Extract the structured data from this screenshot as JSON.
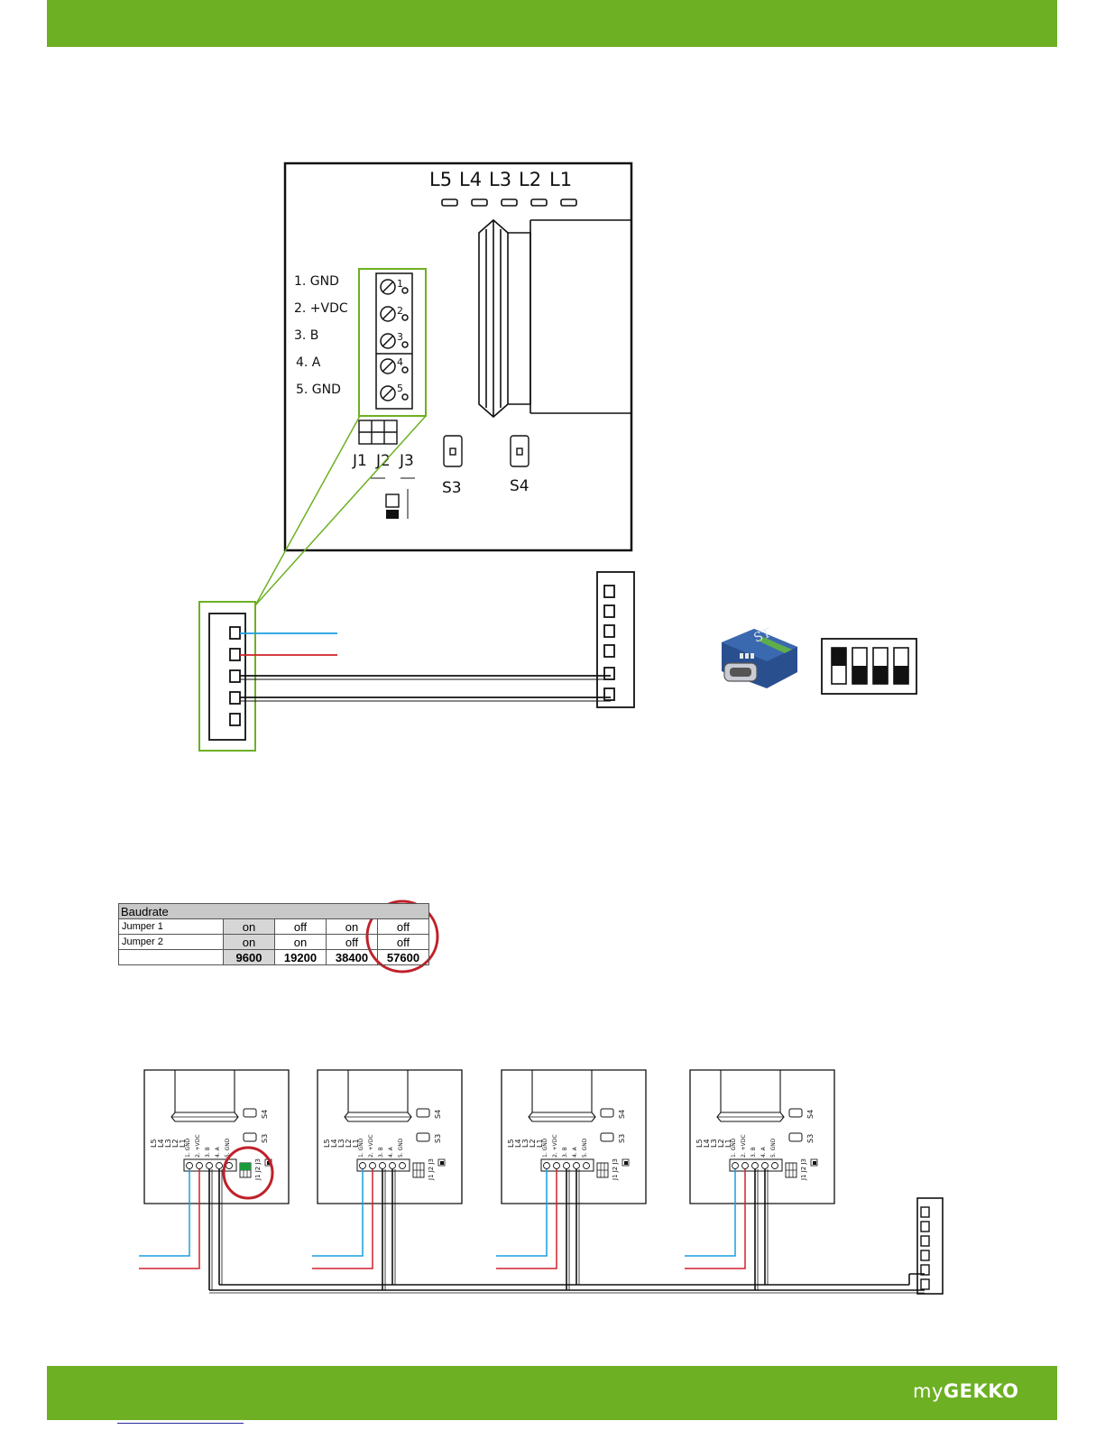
{
  "brand": {
    "prefix": "my",
    "name": "GEKKO"
  },
  "colors": {
    "accent": "#6db023",
    "highlight_circle": "#c0202a",
    "wire_blue": "#1a9ee0",
    "wire_red": "#d0202a",
    "connector_blue": "#2a4f8f"
  },
  "board": {
    "leds": [
      "L5",
      "L4",
      "L3",
      "L2",
      "L1"
    ],
    "terminals": [
      "1. GND",
      "2. +VDC",
      "3. B",
      "4. A",
      "5. GND"
    ],
    "terminal_numbers": [
      "1",
      "2",
      "3",
      "4",
      "5"
    ],
    "jumpers": [
      "J1",
      "J2",
      "J3"
    ],
    "switches": [
      "S3",
      "S4"
    ]
  },
  "mini_board": {
    "terminals": [
      "1. GND",
      "2. +VDC",
      "3. B",
      "4. A",
      "5. GND"
    ],
    "switches": [
      "S4",
      "S3"
    ],
    "leds": [
      "L5",
      "L4",
      "L3",
      "L2",
      "L1"
    ],
    "jumpers": [
      "J1",
      "J2",
      "J3"
    ]
  },
  "dip_switch": {
    "positions_on": [
      true,
      false,
      false,
      false
    ]
  },
  "baud_table": {
    "title": "Baudrate",
    "rows": [
      {
        "label": "Jumper 1",
        "values": [
          "on",
          "off",
          "on",
          "off"
        ]
      },
      {
        "label": "Jumper 2",
        "values": [
          "on",
          "on",
          "off",
          "off"
        ]
      }
    ],
    "rates": [
      "9600",
      "19200",
      "38400",
      "57600"
    ],
    "highlighted_column": 3
  }
}
